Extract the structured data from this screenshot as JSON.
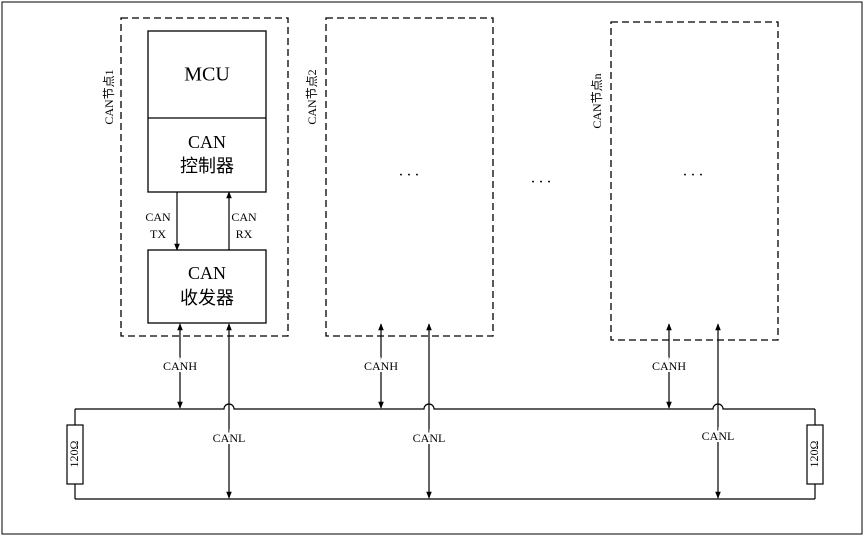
{
  "node1": {
    "label": "CAN节点1",
    "mcu": "MCU",
    "controller": {
      "line1": "CAN",
      "line2": "控制器"
    },
    "tx": {
      "line1": "CAN",
      "line2": "TX"
    },
    "rx": {
      "line1": "CAN",
      "line2": "RX"
    },
    "transceiver": {
      "line1": "CAN",
      "line2": "收发器"
    }
  },
  "node2": {
    "label": "CAN节点2",
    "placeholder": "..."
  },
  "noden": {
    "label": "CAN节点n",
    "placeholder": "..."
  },
  "between_nodes": "...",
  "canh_label": "CANH",
  "canl_label": "CANL",
  "terminator_left": "120Ω",
  "terminator_right": "120Ω"
}
